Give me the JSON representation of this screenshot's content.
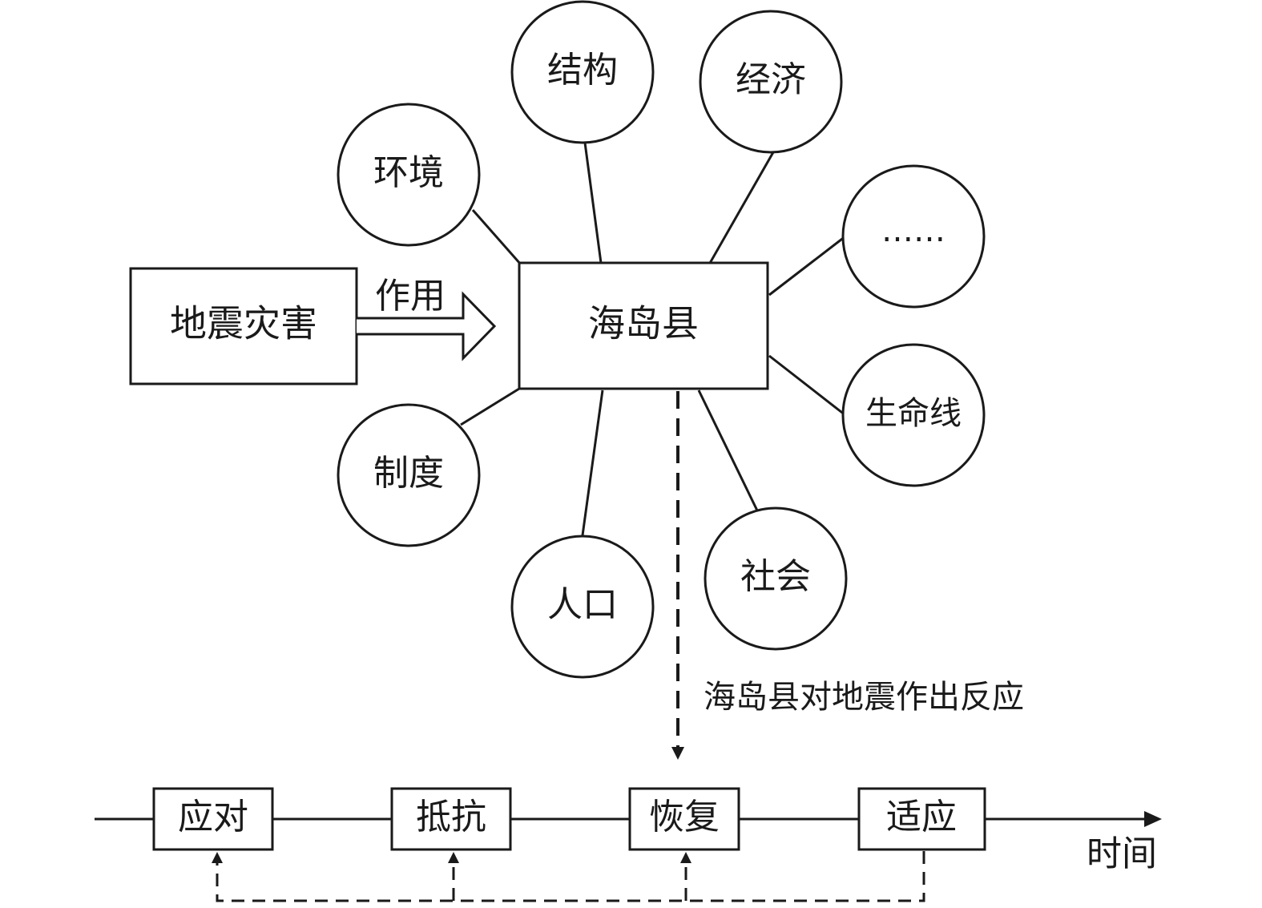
{
  "hazard": {
    "label": "地震灾害"
  },
  "action": {
    "label": "作用"
  },
  "center": {
    "label": "海岛县"
  },
  "factors": {
    "environment": "环境",
    "structure": "结构",
    "economy": "经济",
    "more": "……",
    "lifeline": "生命线",
    "society": "社会",
    "population": "人口",
    "institution": "制度"
  },
  "response": {
    "label": "海岛县对地震作出反应"
  },
  "timeline": {
    "stages": [
      "应对",
      "抵抗",
      "恢复",
      "适应"
    ],
    "axis_label": "时间"
  }
}
